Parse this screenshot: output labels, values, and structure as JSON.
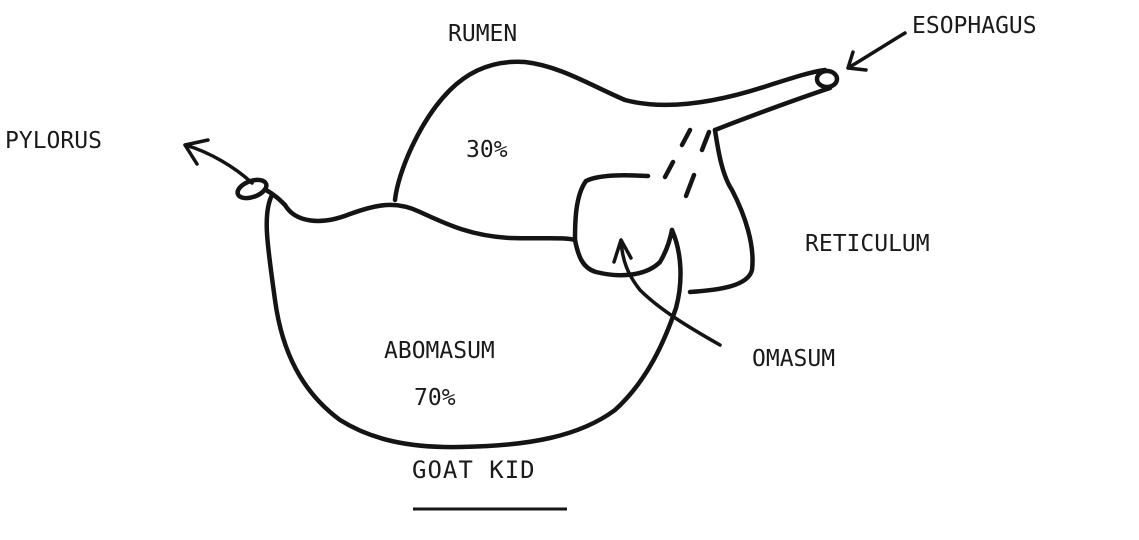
{
  "labels": {
    "rumen": "RUMEN",
    "rumen_pct": "30%",
    "esophagus": "ESOPHAGUS",
    "pylorus": "PYLORUS",
    "reticulum": "RETICULUM",
    "abomasum": "ABOMASUM",
    "abomasum_pct": "70%",
    "omasum": "OMASUM"
  },
  "title": "GOAT KID",
  "colors": {
    "ink": "#141414",
    "background": "#ffffff"
  }
}
